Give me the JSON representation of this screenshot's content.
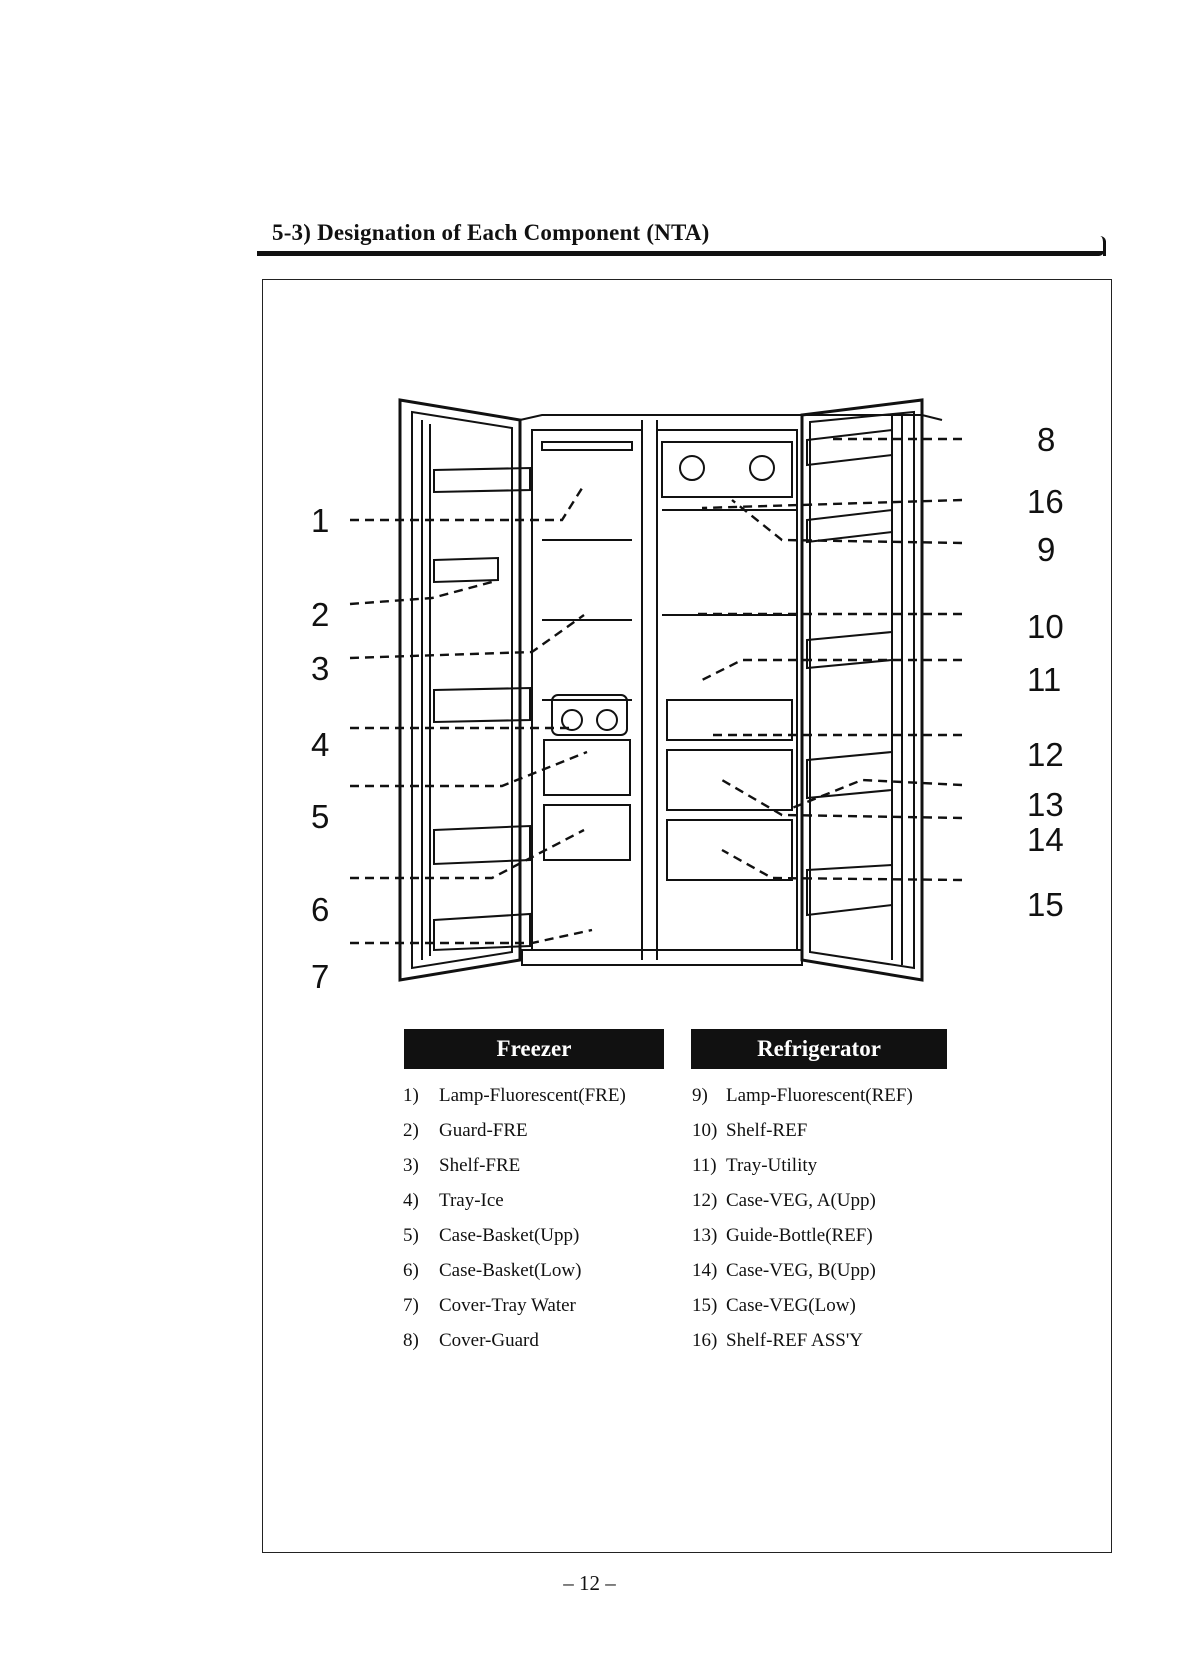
{
  "page": {
    "section_title": "5-3) Designation of Each Component  (NTA)",
    "page_number": "– 12 –"
  },
  "callouts": [
    "1",
    "2",
    "3",
    "4",
    "5",
    "6",
    "7",
    "8",
    "16",
    "9",
    "10",
    "11",
    "12",
    "13",
    "14",
    "15"
  ],
  "freezer": {
    "tab_label": "Freezer",
    "items": [
      {
        "num": "1)",
        "label": "Lamp-Fluorescent(FRE)"
      },
      {
        "num": "2)",
        "label": "Guard-FRE"
      },
      {
        "num": "3)",
        "label": "Shelf-FRE"
      },
      {
        "num": "4)",
        "label": "Tray-Ice"
      },
      {
        "num": "5)",
        "label": "Case-Basket(Upp)"
      },
      {
        "num": "6)",
        "label": "Case-Basket(Low)"
      },
      {
        "num": "7)",
        "label": "Cover-Tray Water"
      },
      {
        "num": "8)",
        "label": "Cover-Guard"
      }
    ]
  },
  "refrigerator": {
    "tab_label": "Refrigerator",
    "items": [
      {
        "num": "9)",
        "label": "Lamp-Fluorescent(REF)"
      },
      {
        "num": "10)",
        "label": "Shelf-REF"
      },
      {
        "num": "11)",
        "label": "Tray-Utility"
      },
      {
        "num": "12)",
        "label": "Case-VEG, A(Upp)"
      },
      {
        "num": "13)",
        "label": "Guide-Bottle(REF)"
      },
      {
        "num": "14)",
        "label": "Case-VEG, B(Upp)"
      },
      {
        "num": "15)",
        "label": "Case-VEG(Low)"
      },
      {
        "num": "16)",
        "label": "Shelf-REF ASS'Y"
      }
    ]
  }
}
